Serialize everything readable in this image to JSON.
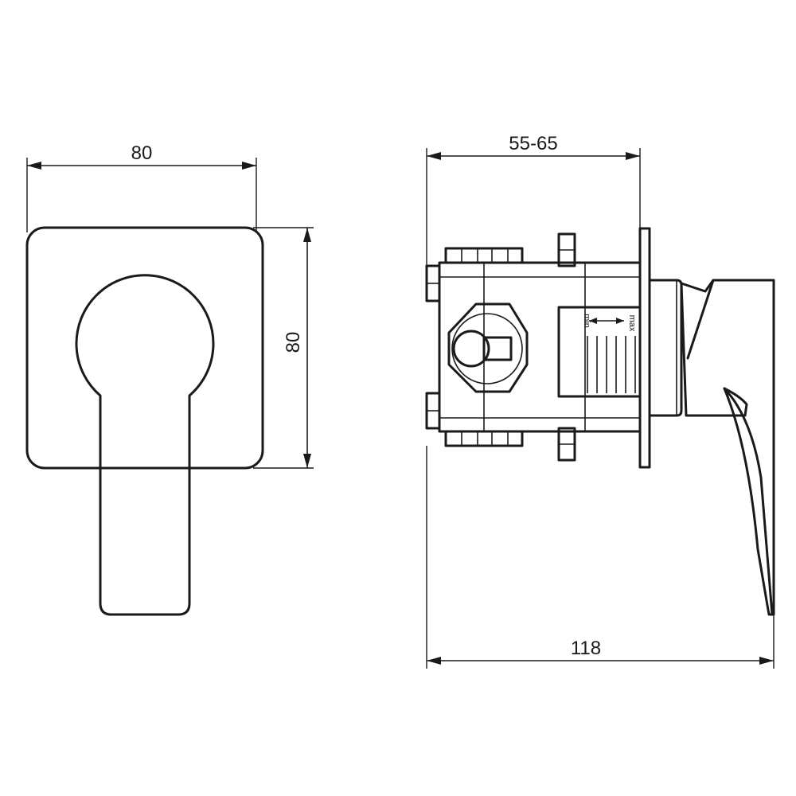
{
  "dimensions": {
    "front_width": "80",
    "front_height": "80",
    "body_depth": "55-65",
    "total_depth": "118"
  },
  "scale_labels": {
    "min": "min",
    "max": "max"
  },
  "colors": {
    "line": "#1a1a1a",
    "background": "#ffffff"
  }
}
